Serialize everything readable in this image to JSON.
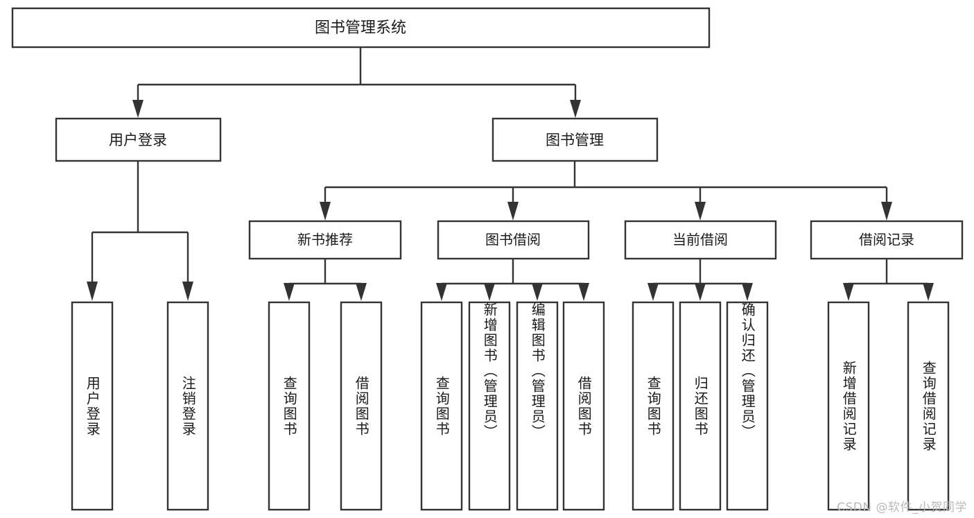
{
  "diagram": {
    "title": "图书管理系统",
    "type": "tree",
    "orientation": "top-down",
    "colors": {
      "box_fill": "#ffffff",
      "box_stroke": "#333333",
      "text": "#1a1a1a",
      "background": "#ffffff",
      "watermark": "#b9b9b9"
    },
    "root": {
      "id": "root",
      "label": "图书管理系统"
    },
    "level1": [
      {
        "id": "user-login",
        "label": "用户登录"
      },
      {
        "id": "book-manage",
        "label": "图书管理"
      }
    ],
    "level2": [
      {
        "id": "new-book-recommend",
        "label": "新书推荐",
        "parent": "book-manage"
      },
      {
        "id": "book-borrow",
        "label": "图书借阅",
        "parent": "book-manage"
      },
      {
        "id": "current-borrow",
        "label": "当前借阅",
        "parent": "book-manage"
      },
      {
        "id": "borrow-record",
        "label": "借阅记录",
        "parent": "book-manage"
      }
    ],
    "leaves": {
      "user-login": [
        {
          "id": "leaf-user-login",
          "label": "用户登录"
        },
        {
          "id": "leaf-user-logout",
          "label": "注销登录"
        }
      ],
      "new-book-recommend": [
        {
          "id": "leaf-query-book-1",
          "label": "查询图书"
        },
        {
          "id": "leaf-borrow-book-1",
          "label": "借阅图书"
        }
      ],
      "book-borrow": [
        {
          "id": "leaf-query-book-2",
          "label": "查询图书"
        },
        {
          "id": "leaf-add-book",
          "label": "新增图书（管理员）"
        },
        {
          "id": "leaf-edit-book",
          "label": "编辑图书（管理员）"
        },
        {
          "id": "leaf-borrow-book-2",
          "label": "借阅图书"
        }
      ],
      "current-borrow": [
        {
          "id": "leaf-query-book-3",
          "label": "查询图书"
        },
        {
          "id": "leaf-return-book",
          "label": "归还图书"
        },
        {
          "id": "leaf-confirm-return",
          "label": "确认归还（管理员）"
        }
      ],
      "borrow-record": [
        {
          "id": "leaf-add-record",
          "label": "新增借阅记录"
        },
        {
          "id": "leaf-query-record",
          "label": "查询借阅记录"
        }
      ]
    }
  },
  "watermark": {
    "text": "CSDN @软件_小贺同学"
  }
}
